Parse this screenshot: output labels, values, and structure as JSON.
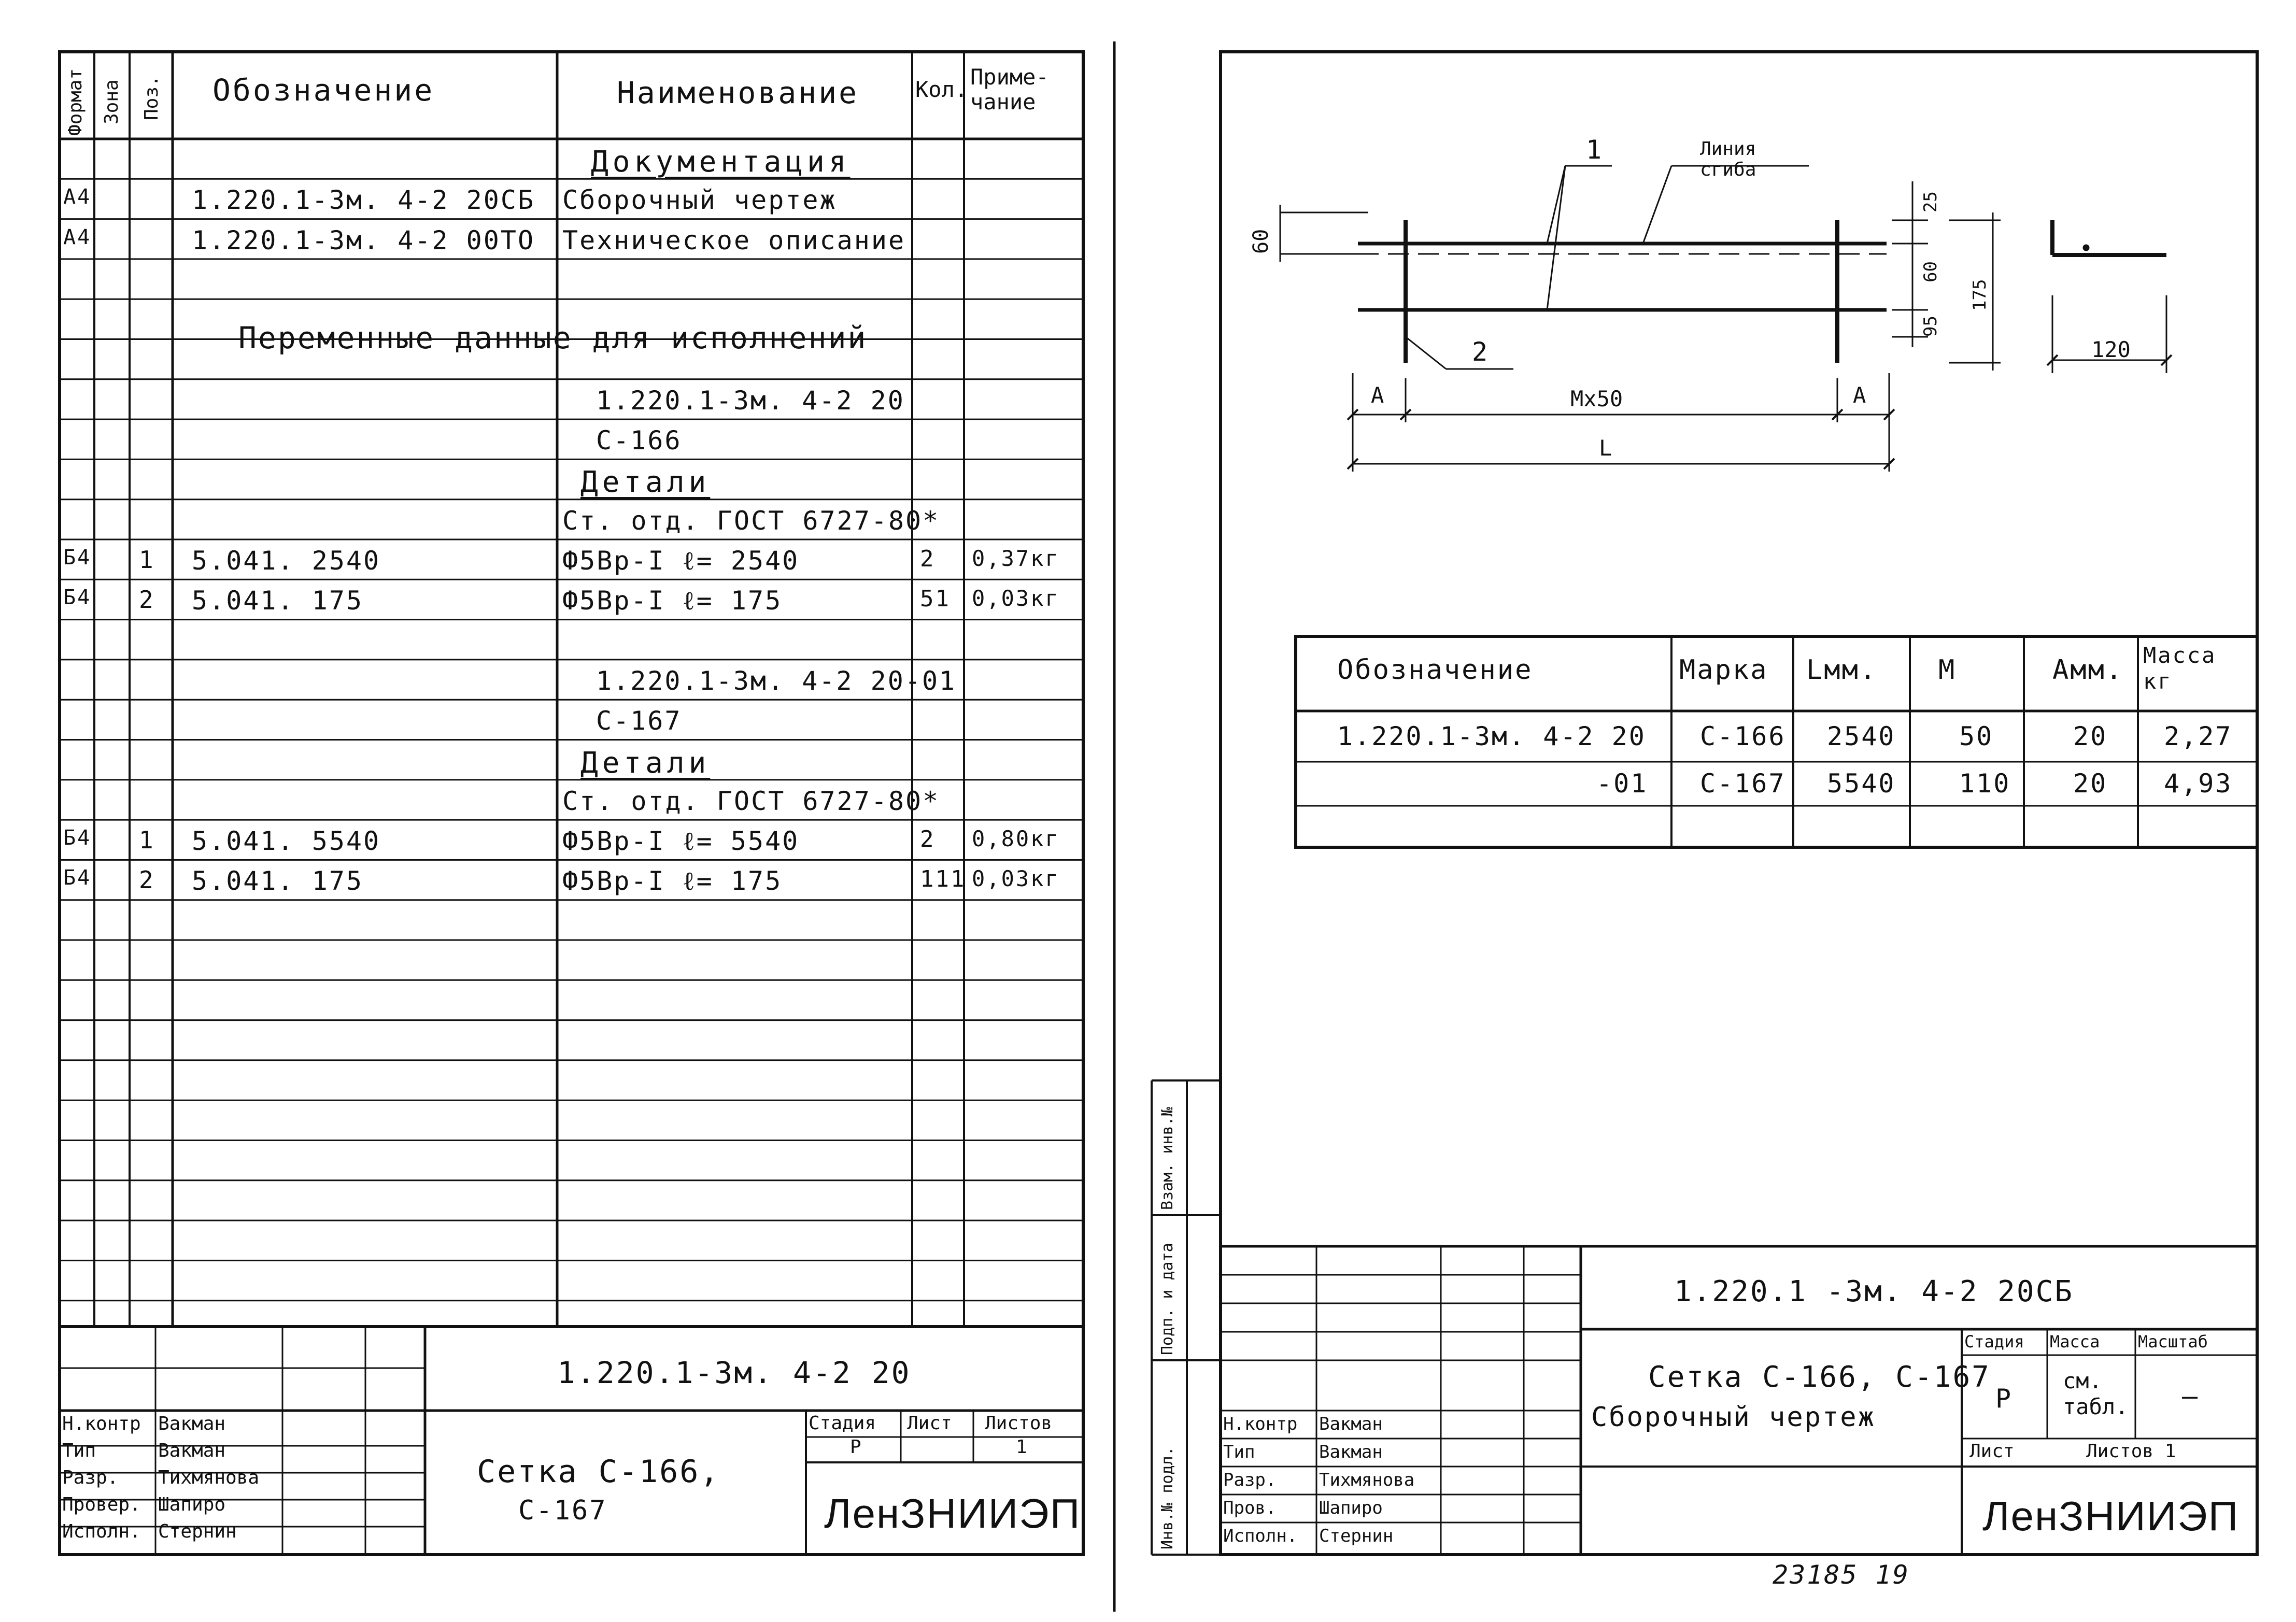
{
  "left_sheet": {
    "headers": {
      "format": "Формат",
      "zone": "Зона",
      "pos": "Поз.",
      "designation": "Обозначение",
      "name": "Наименование",
      "qty": "Кол.",
      "note": "Приме-\nчание"
    },
    "rows": [
      {
        "format": "",
        "pos": "",
        "designation": "",
        "name": "Документация",
        "qty": "",
        "note": ""
      },
      {
        "format": "А4",
        "pos": "",
        "designation": "1.220.1-3м. 4-2 20СБ",
        "name": "Сборочный чертеж",
        "qty": "",
        "note": ""
      },
      {
        "format": "А4",
        "pos": "",
        "designation": "1.220.1-3м. 4-2 00ТО",
        "name": "Техническое описание",
        "qty": "",
        "note": ""
      },
      {
        "format": "",
        "pos": "",
        "designation": "",
        "name": "",
        "qty": "",
        "note": ""
      },
      {
        "format": "",
        "pos": "",
        "designation": "",
        "name": "",
        "qty": "",
        "note": ""
      },
      {
        "format": "",
        "pos": "",
        "designation": "",
        "name": "",
        "qty": "",
        "note": ""
      },
      {
        "format": "",
        "pos": "",
        "designation": "",
        "name": "1.220.1-3м. 4-2 20",
        "qty": "",
        "note": ""
      },
      {
        "format": "",
        "pos": "",
        "designation": "",
        "name": "С-166",
        "qty": "",
        "note": ""
      },
      {
        "format": "",
        "pos": "",
        "designation": "",
        "name": "Детали",
        "qty": "",
        "note": ""
      },
      {
        "format": "",
        "pos": "",
        "designation": "",
        "name": "Ст. отд. ГОСТ 6727-80*",
        "qty": "",
        "note": ""
      },
      {
        "format": "Б4",
        "pos": "1",
        "designation": "5.041. 2540",
        "name": "Ф5Вр-I   ℓ= 2540",
        "qty": "2",
        "note": "0,37кг"
      },
      {
        "format": "Б4",
        "pos": "2",
        "designation": "5.041. 175",
        "name": "Ф5Вр-I   ℓ= 175",
        "qty": "51",
        "note": "0,03кг"
      },
      {
        "format": "",
        "pos": "",
        "designation": "",
        "name": "",
        "qty": "",
        "note": ""
      },
      {
        "format": "",
        "pos": "",
        "designation": "",
        "name": "1.220.1-3м. 4-2 20-01",
        "qty": "",
        "note": ""
      },
      {
        "format": "",
        "pos": "",
        "designation": "",
        "name": "С-167",
        "qty": "",
        "note": ""
      },
      {
        "format": "",
        "pos": "",
        "designation": "",
        "name": "Детали",
        "qty": "",
        "note": ""
      },
      {
        "format": "",
        "pos": "",
        "designation": "",
        "name": "Ст. отд. ГОСТ 6727-80*",
        "qty": "",
        "note": ""
      },
      {
        "format": "Б4",
        "pos": "1",
        "designation": "5.041. 5540",
        "name": "Ф5Вр-I   ℓ= 5540",
        "qty": "2",
        "note": "0,80кг"
      },
      {
        "format": "Б4",
        "pos": "2",
        "designation": "5.041. 175",
        "name": "Ф5Вр-I   ℓ= 175",
        "qty": "111",
        "note": "0,03кг"
      }
    ],
    "span_text": "Переменные данные для исполнений",
    "title_block": {
      "code": "1.220.1-3м.   4-2        20",
      "title_line1": "Сетка  С-166,",
      "title_line2": "С-167",
      "stage_label": "Стадия",
      "sheet_label": "Лист",
      "sheets_label": "Листов",
      "stage": "Р",
      "sheets": "1",
      "org": "ЛенЗНИИЭП",
      "people": [
        {
          "role": "Н.контр",
          "name": "Вакман"
        },
        {
          "role": "Тип",
          "name": "Вакман"
        },
        {
          "role": "Разр.",
          "name": "Тихмянова"
        },
        {
          "role": "Провер.",
          "name": "Шапиро"
        },
        {
          "role": "Исполн.",
          "name": "Стернин"
        }
      ]
    }
  },
  "right_sheet": {
    "drawing": {
      "label_1": "1",
      "label_2": "2",
      "bend_line": "Линия\nсгиба",
      "dim_60_left": "60",
      "dim_25": "25",
      "dim_60": "60",
      "dim_95": "95",
      "dim_175": "175",
      "dim_120": "120",
      "dim_A_left": "А",
      "dim_A_right": "А",
      "dim_mx50": "Мх50",
      "dim_L": "L"
    },
    "table": {
      "headers": [
        "Обозначение",
        "Марка",
        "Lмм.",
        "М",
        "Амм.",
        "Масса\nкг"
      ],
      "rows": [
        [
          "1.220.1-3м. 4-2  20",
          "С-166",
          "2540",
          "50",
          "20",
          "2,27"
        ],
        [
          "-01",
          "С-167",
          "5540",
          "110",
          "20",
          "4,93"
        ],
        [
          "",
          "",
          "",
          "",
          "",
          ""
        ]
      ]
    },
    "side_stamps": {
      "inv_orig": "Инв.№ подл.",
      "sign_date": "Подп. и дата",
      "vzam_inv": "Взам. инв.№"
    },
    "title_block": {
      "code": "1.220.1 -3м.      4-2         20СБ",
      "title_line1": "Сетка  С-166, С-167",
      "title_line2": "Сборочный  чертеж",
      "stage_label": "Стадия",
      "mass_label": "Масса",
      "scale_label": "Масштаб",
      "stage": "Р",
      "mass": "см.\nтабл.",
      "scale": "—",
      "sheet_label": "Лист",
      "sheets_label": "Листов 1",
      "org": "ЛенЗНИИЭП",
      "people": [
        {
          "role": "Н.контр",
          "name": "Вакман"
        },
        {
          "role": "Тип",
          "name": "Вакман"
        },
        {
          "role": "Разр.",
          "name": "Тихмянова"
        },
        {
          "role": "Пров.",
          "name": "Шапиро"
        },
        {
          "role": "Исполн.",
          "name": "Стернин"
        }
      ]
    },
    "footer_code": "23185   19"
  }
}
